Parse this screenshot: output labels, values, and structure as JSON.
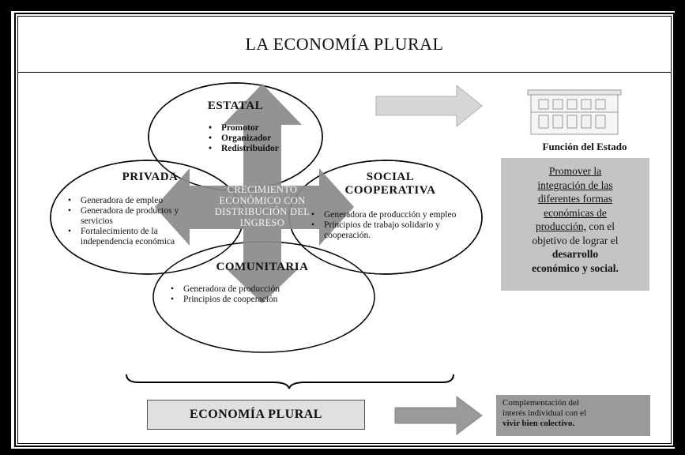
{
  "title": "LA ECONOMÍA PLURAL",
  "sectors": {
    "estatal": {
      "title": "ESTATAL",
      "items": [
        "Promotor",
        "Organizador",
        "Redistribuidor"
      ]
    },
    "privada": {
      "title": "PRIVADA",
      "items": [
        "Generadora de empleo",
        "Generadora de productos y servicios",
        "Fortalecimiento de la independencia económica"
      ]
    },
    "social": {
      "title_line1": "SOCIAL",
      "title_line2": "COOPERATIVA",
      "items": [
        "Generadora de producción y empleo",
        "Principios de trabajo solidario y cooperación."
      ]
    },
    "comunitaria": {
      "title": "COMUNITARIA",
      "items": [
        "Generadora de producción",
        "Principios de cooperación"
      ]
    }
  },
  "center": {
    "line1": "CRECIMIENTO",
    "line2": "ECONÓMICO CON",
    "line3": "DISTRIBUCIÓN DEL",
    "line4": "INGRESO"
  },
  "function": {
    "label": "Función del Estado",
    "u1": "Promover la",
    "u2": "integración de las",
    "u3": "diferentes formas",
    "u4": "económicas de",
    "u5": "producción,",
    "t5": " con el",
    "t6": "objetivo de lograr el",
    "b1": "desarrollo",
    "b2": "económico y social."
  },
  "bottom": {
    "plural_label": "ECONOMÍA PLURAL",
    "comp_line1": "Complementación del",
    "comp_line2": "interés individual con el",
    "comp_line3": "vivir bien colectivo."
  },
  "colors": {
    "gray_box": "#c4c4c4",
    "arrow": "#8a8a8a",
    "arrow_light": "#cfcfcf",
    "comp_box": "#9a9a9a"
  },
  "icons": {
    "building": "building-icon"
  }
}
